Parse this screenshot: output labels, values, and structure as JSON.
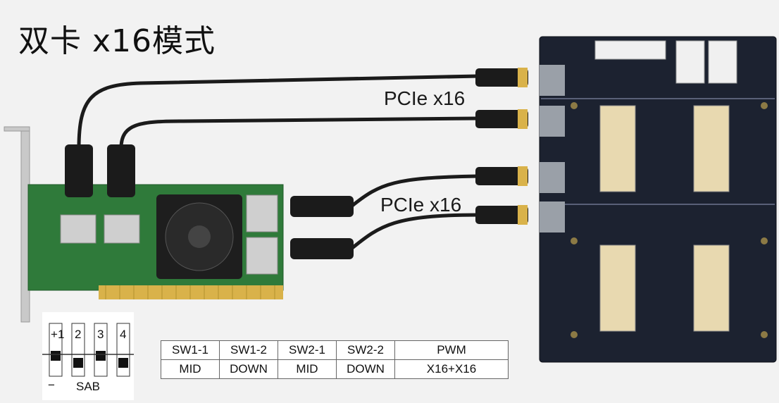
{
  "title": "双卡 x16模式",
  "cable_labels": [
    "PCIe x16",
    "PCIe x16"
  ],
  "dip_switch": {
    "numbers": [
      "1",
      "2",
      "3",
      "4"
    ],
    "plus": "+",
    "minus": "−",
    "bottom_text": "SAB"
  },
  "switch_table": {
    "headers": [
      "SW1-1",
      "SW1-2",
      "SW2-1",
      "SW2-2",
      "PWM"
    ],
    "values": [
      "MID",
      "DOWN",
      "MID",
      "DOWN",
      "X16+X16"
    ]
  },
  "colors": {
    "pcb_green": "#2f7a3a",
    "backplane": "#1c2230",
    "cable": "#1b1b1b",
    "gold": "#d9b24a"
  }
}
